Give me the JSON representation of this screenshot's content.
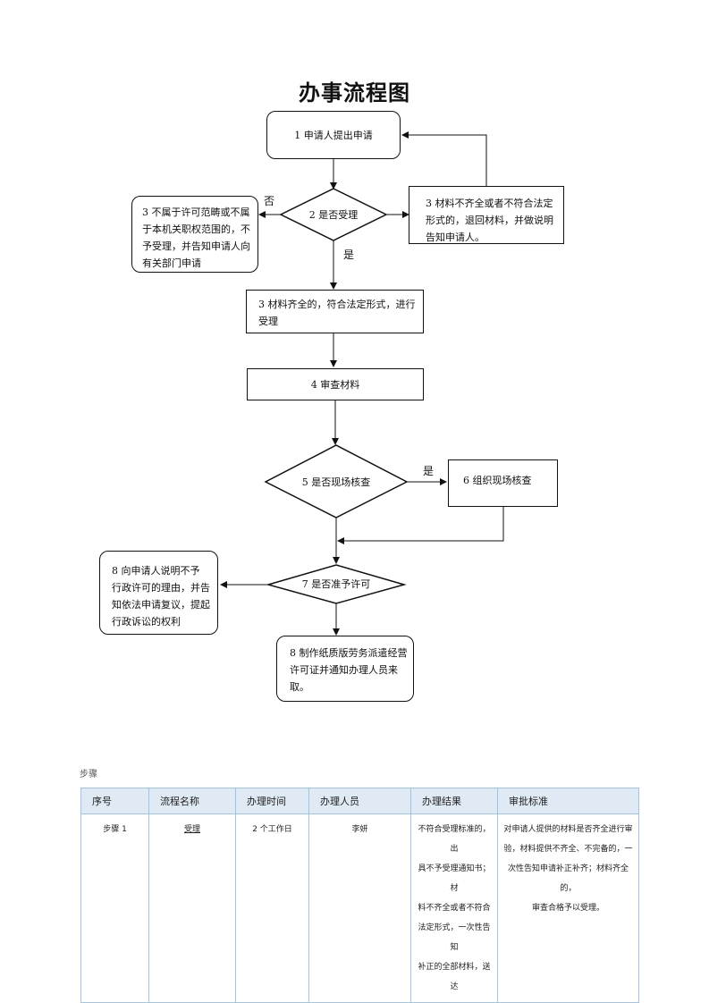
{
  "title": "办事流程图",
  "flow": {
    "n1": "1 申请人提出申请",
    "n2": "2 是否受理",
    "no_label": "否",
    "yes_label": "是",
    "left_box_lines": [
      "3 不属于许可范畴或不属",
      "于本机关职权范围的，不",
      "予受理，并告知申请人向",
      "有关部门申请"
    ],
    "right_box_lines": [
      "3 材料不齐全或者不符合法定",
      "形式的，退回材料，并做说明",
      "告知申请人。"
    ],
    "n3_lines": [
      "3 材料齐全的，符合法定形式，进行",
      "受理"
    ],
    "n4": "4 审查材料",
    "n5": "5 是否现场核查",
    "yes5_label": "是",
    "n6": "6 组织现场核查",
    "n7": "7 是否准予许可",
    "n8_left_lines": [
      "8 向申请人说明不予",
      "行政许可的理由，并告",
      "知依法申请复议，提起",
      "行政诉讼的权利"
    ],
    "n8_bottom_lines": [
      "8 制作纸质版劳务派遣经营",
      "许可证并通知办理人员来",
      "取。"
    ]
  },
  "steps": {
    "label": "步骤",
    "headers": [
      "序号",
      "流程名称",
      "办理时间",
      "办理人员",
      "办理结果",
      "审批标准"
    ],
    "rows": [
      {
        "seq": "步骤 1",
        "name": "受理",
        "time": "2 个工作日",
        "person": "李妍",
        "result_lines": [
          "不符合受理标准的，出",
          "具不予受理通知书；材",
          "料不齐全或者不符合",
          "法定形式，一次性告知",
          "补正的全部材料，送达"
        ],
        "standard_lines": [
          "对申请人提供的材料是否齐全进行审",
          "验，材料提供不齐全、不完备的，一",
          "次性告知申请补正补齐；材料齐全的，",
          "审查合格予以受理。"
        ]
      }
    ]
  }
}
